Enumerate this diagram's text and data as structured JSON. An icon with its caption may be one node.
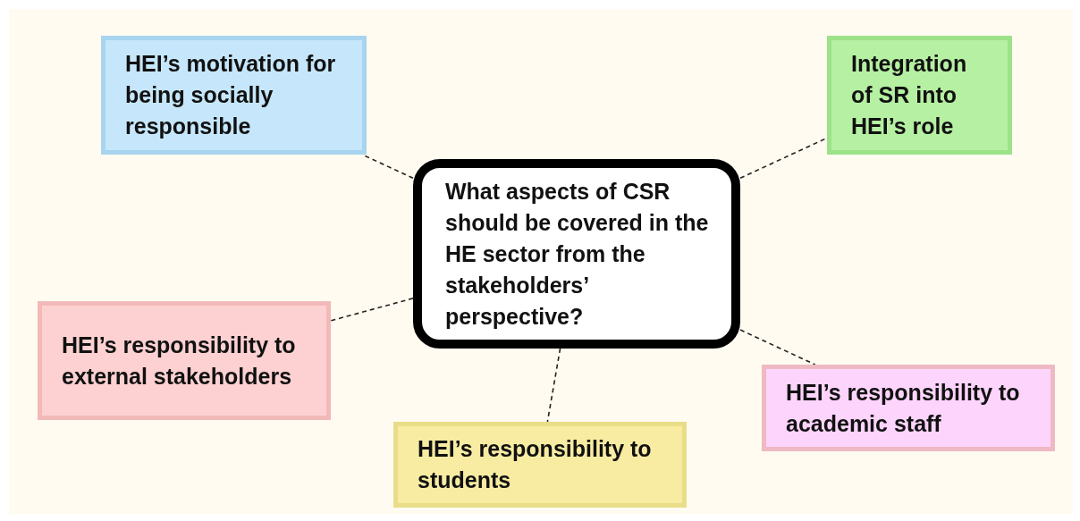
{
  "diagram": {
    "nodes": [
      {
        "text": [
          "HEI’s motivation for being socially responsible"
        ]
      },
      {
        "text": [
          "Integration of SR into HEI’s role"
        ]
      },
      {
        "text": [
          "What aspects of CSR should be covered in the HE sector from the stakeholders’ perspective?"
        ]
      },
      {
        "text": [
          "HEI’s responsibility to external stakeholders"
        ]
      },
      {
        "text": [
          "HEI’s responsibility to academic staff"
        ]
      },
      {
        "text": [
          "HEI’s responsibility to students"
        ]
      }
    ],
    "edges": [
      {
        "from": 2,
        "to": 0,
        "arrow": "none",
        "style": "dashed"
      },
      {
        "from": 2,
        "to": 1,
        "arrow": "none",
        "style": "dashed"
      },
      {
        "from": 2,
        "to": 3,
        "arrow": "none",
        "style": "dashed"
      },
      {
        "from": 2,
        "to": 4,
        "arrow": "none",
        "style": "dashed"
      },
      {
        "from": 2,
        "to": 5,
        "arrow": "none",
        "style": "dashed"
      }
    ]
  }
}
